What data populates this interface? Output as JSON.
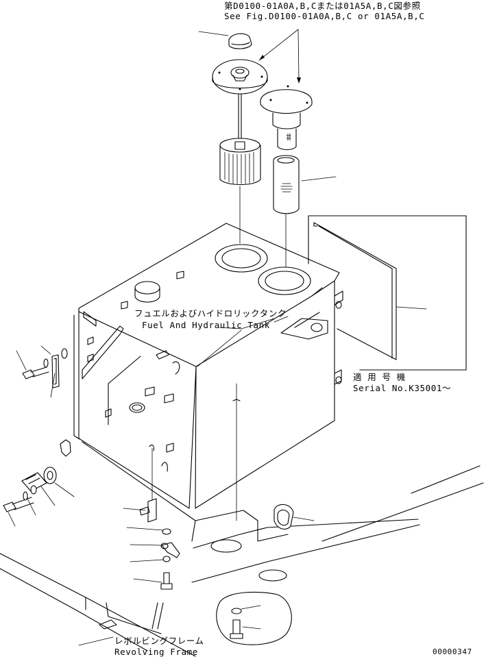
{
  "header": {
    "ref_jp": "第D0100-01A0A,B,Cまたは01A5A,B,C図参照",
    "ref_en": "See Fig.D0100-01A0A,B,C or 01A5A,B,C"
  },
  "tank": {
    "label_jp": "フュエルおよびハイドロリックタンク",
    "label_en": "Fuel And Hydraulic Tank"
  },
  "serial": {
    "label_jp": "適 用 号 機",
    "label_en": "Serial No.K35001～"
  },
  "frame": {
    "label_jp": "レボルビングフレーム",
    "label_en": "Revolving Frame"
  },
  "footer": {
    "page_code": "00000347"
  }
}
